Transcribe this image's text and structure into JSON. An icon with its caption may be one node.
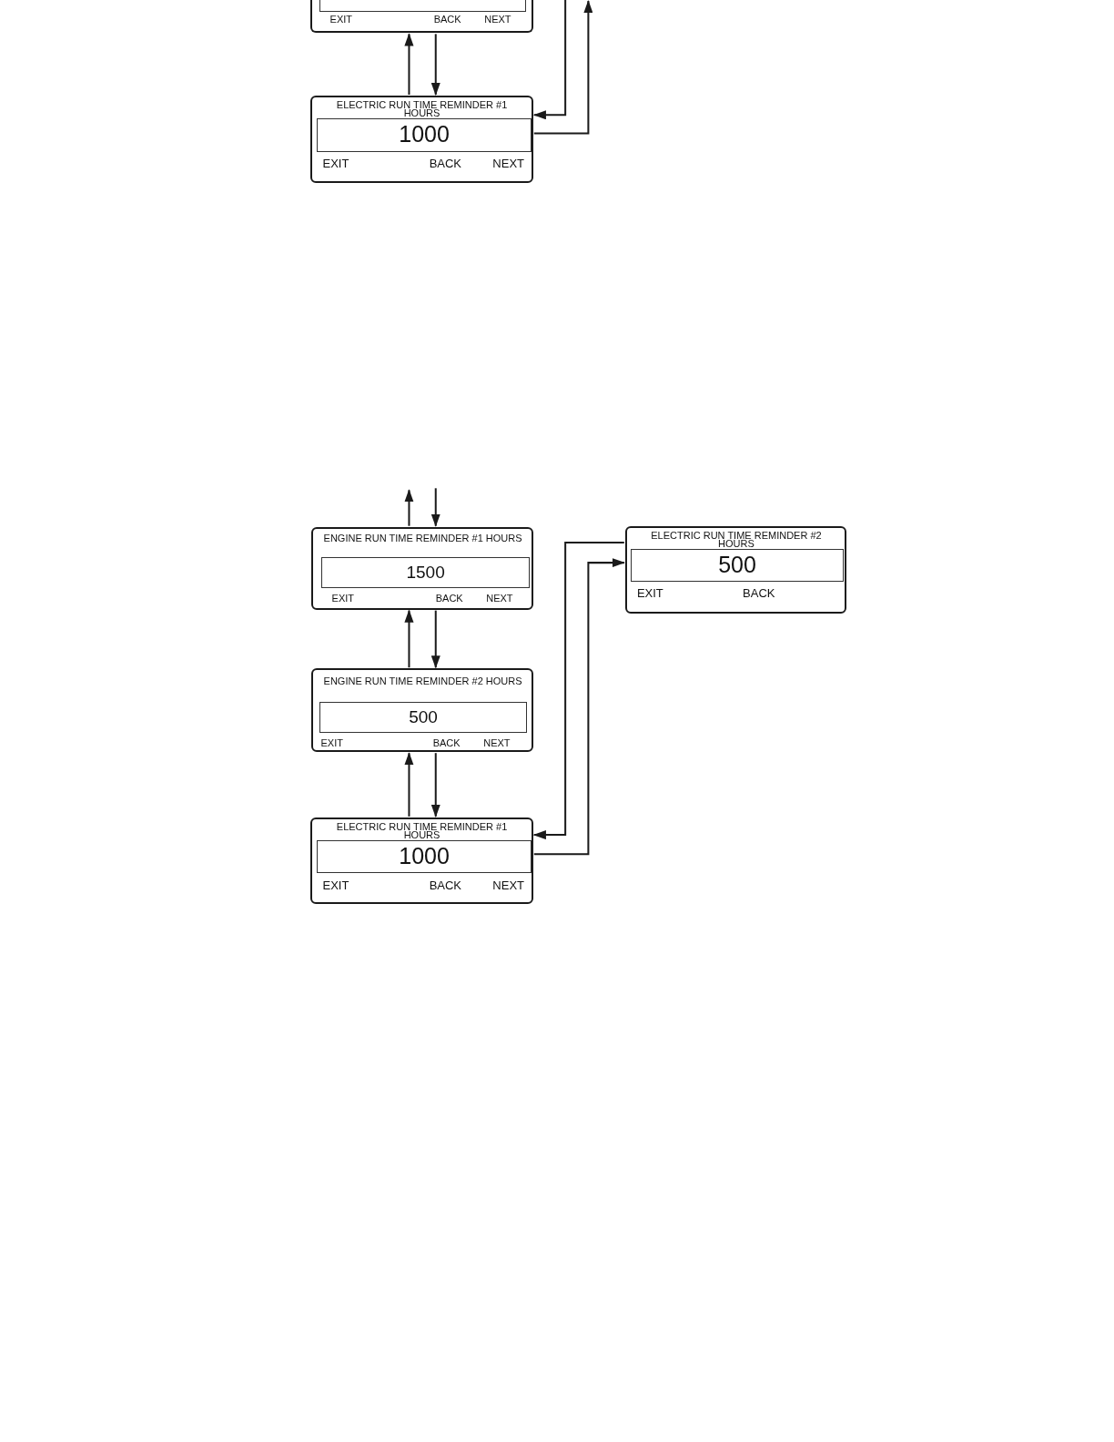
{
  "diagram": {
    "nodes": [
      {
        "text": [
          "EXIT",
          "BACK",
          "NEXT"
        ]
      },
      {
        "text": [
          "ELECTRIC RUN TIME REMINDER #1 HOURS",
          "1000",
          "EXIT",
          "BACK",
          "NEXT"
        ]
      },
      {
        "text": [
          "ENGINE RUN TIME REMINDER #1 HOURS",
          "1500",
          "EXIT",
          "BACK",
          "NEXT"
        ]
      },
      {
        "text": [
          "ENGINE RUN TIME REMINDER #2 HOURS",
          "500",
          "EXIT",
          "BACK",
          "NEXT"
        ]
      },
      {
        "text": [
          "ELECTRIC RUN TIME REMINDER #1 HOURS",
          "1000",
          "EXIT",
          "BACK",
          "NEXT"
        ]
      },
      {
        "text": [
          "ELECTRIC RUN TIME REMINDER #2 HOURS",
          "500",
          "EXIT",
          "BACK"
        ]
      }
    ],
    "edges": [
      {
        "from": 1,
        "to": 0,
        "arrow": "to"
      },
      {
        "from": 0,
        "to": 1,
        "arrow": "to"
      },
      {
        "from": null,
        "to": 1,
        "arrow": "to"
      },
      {
        "from": 1,
        "to": null,
        "arrow": "to"
      },
      {
        "from": 2,
        "to": null,
        "arrow": "to"
      },
      {
        "from": null,
        "to": 2,
        "arrow": "to"
      },
      {
        "from": 3,
        "to": 2,
        "arrow": "to"
      },
      {
        "from": 2,
        "to": 3,
        "arrow": "to"
      },
      {
        "from": 4,
        "to": 3,
        "arrow": "to"
      },
      {
        "from": 3,
        "to": 4,
        "arrow": "to"
      },
      {
        "from": 5,
        "to": 4,
        "arrow": "to"
      },
      {
        "from": 4,
        "to": 5,
        "arrow": "to"
      }
    ]
  }
}
